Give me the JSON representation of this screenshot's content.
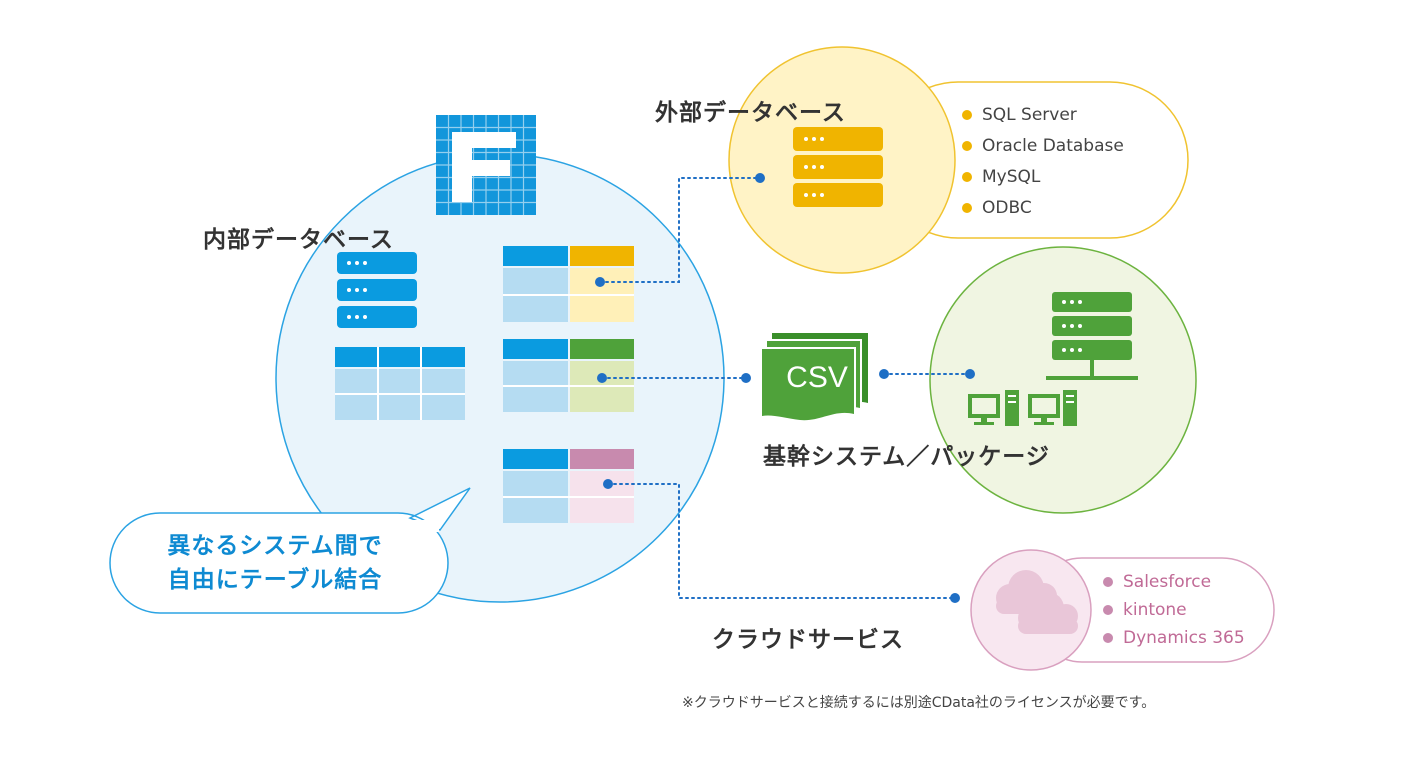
{
  "labels": {
    "internal_db": "内部データベース",
    "external_db": "外部データベース",
    "core_system": "基幹システム／パッケージ",
    "cloud_service": "クラウドサービス"
  },
  "csv_label": "CSV",
  "external_db_items": [
    "SQL Server",
    "Oracle Database",
    "MySQL",
    "ODBC"
  ],
  "cloud_items": [
    "Salesforce",
    "kintone",
    "Dynamics 365"
  ],
  "speech_bubble": {
    "line1": "異なるシステム間で",
    "line2": "自由にテーブル結合"
  },
  "footnote": "※クラウドサービスと接続するには別途CData社のライセンスが必要です。",
  "colors": {
    "blue": "#0A9BE0",
    "blue_light": "#B5DCF2",
    "yellow": "#F0B400",
    "yellow_light": "#FFF0B8",
    "green": "#4FA23A",
    "green_light": "#DDE9B8",
    "pink": "#C88AAE",
    "pink_light": "#F6E2EC"
  }
}
